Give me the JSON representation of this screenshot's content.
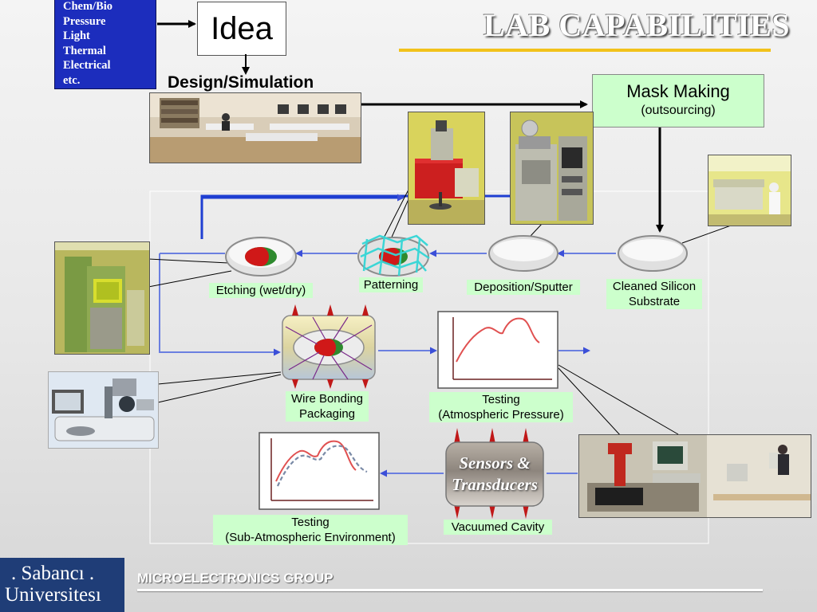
{
  "slide": {
    "title": "LAB CAPABILITIES",
    "inputs": [
      "Chem/Bio",
      "Pressure",
      "Light",
      "Thermal",
      "Electrical",
      "etc."
    ],
    "idea": "Idea",
    "design_label": "Design/Simulation",
    "mask_title": "Mask Making",
    "mask_subtitle": "(outsourcing)"
  },
  "process": {
    "etching": "Etching (wet/dry)",
    "patterning": "Patterning",
    "deposition": "Deposition/Sputter",
    "cleaned_1": "Cleaned Silicon",
    "cleaned_2": "Substrate",
    "wire_1": "Wire Bonding",
    "wire_2": "Packaging",
    "test_atm_1": "Testing",
    "test_atm_2": "(Atmospheric Pressure)",
    "test_sub_1": "Testing",
    "test_sub_2": "(Sub-Atmospheric Environment)",
    "sensors_1": "Sensors &",
    "sensors_2": "Transducers",
    "vacuum": "Vacuumed Cavity"
  },
  "footer": {
    "logo_line1": ". Sabancı .",
    "logo_line2": "Universitesı",
    "group": "MICROELECTRONICS GROUP"
  },
  "colors": {
    "flow_line": "#2a48d6",
    "label_bg": "#ccffcc",
    "title_rule": "#f2c21b",
    "logo_bg": "#1f3d77"
  }
}
